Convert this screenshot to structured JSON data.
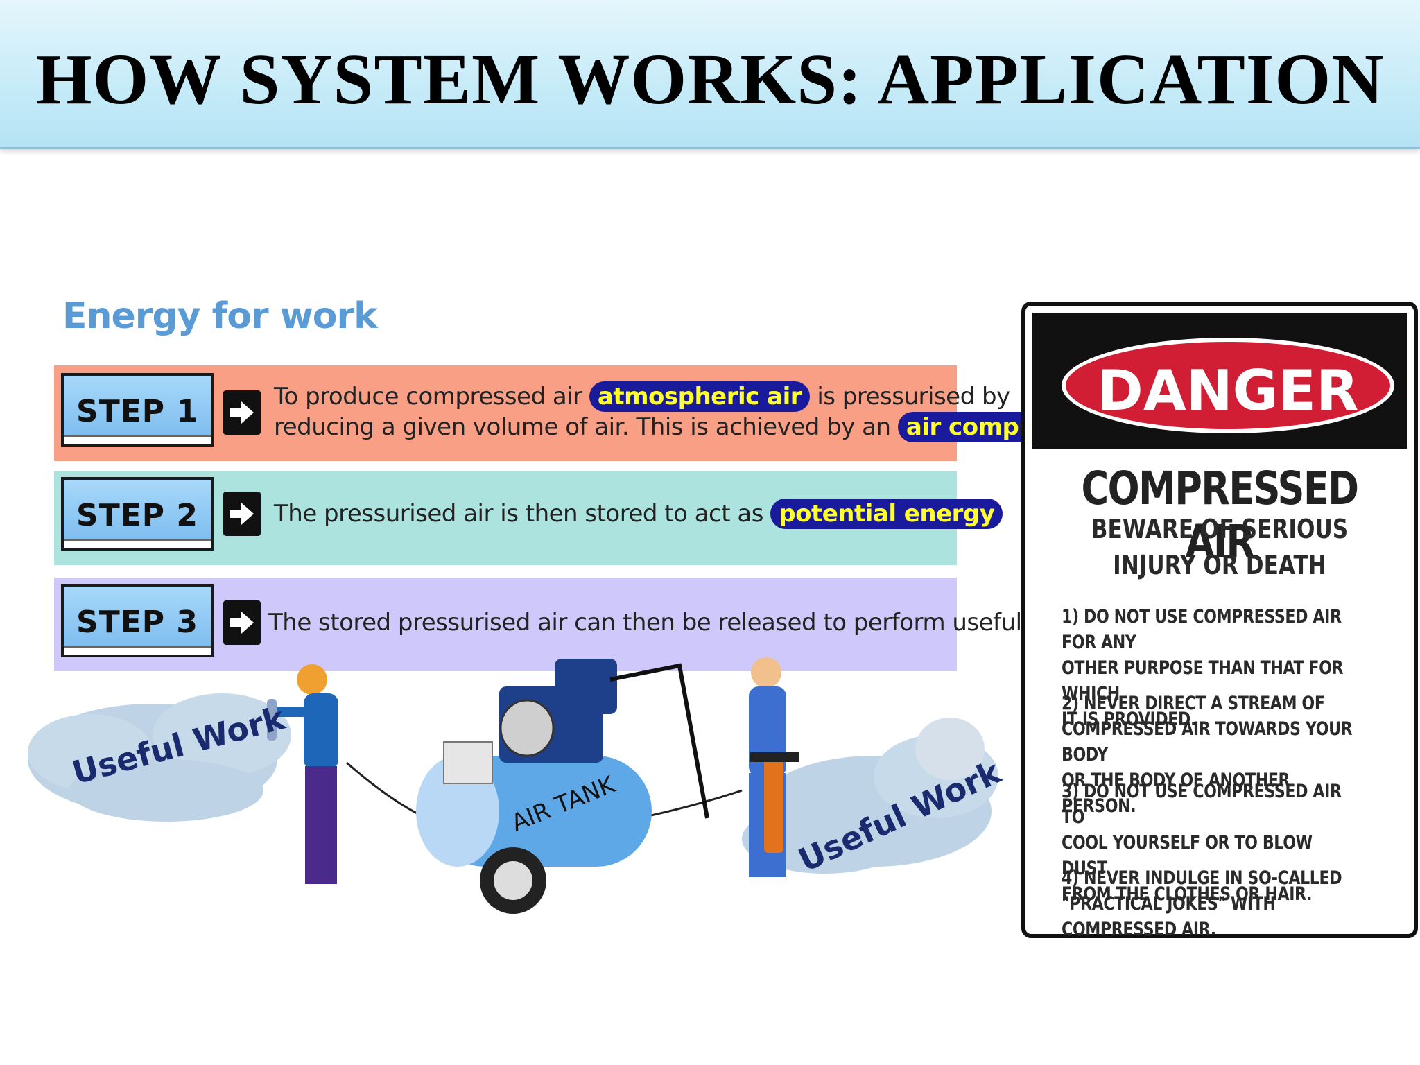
{
  "header": {
    "title": "HOW SYSTEM WORKS: APPLICATION"
  },
  "diagram": {
    "subtitle": "Energy for work",
    "steps": [
      {
        "label": "STEP 1",
        "line1_before": "To produce compressed air ",
        "line1_hl": "atmospheric air",
        "line1_after": " is pressurised by",
        "line2_before": "reducing a given volume of air. This is achieved by an ",
        "line2_hl": "air compressor"
      },
      {
        "label": "STEP 2",
        "text_before": "The pressurised air is then stored to act as ",
        "text_hl": "potential energy"
      },
      {
        "label": "STEP 3",
        "text": "The stored pressurised air can then be released to perform useful work"
      }
    ],
    "cloud_left": "Useful Work",
    "cloud_right": "Useful Work",
    "tank_label": "AIR TANK"
  },
  "sign": {
    "banner": "DANGER",
    "heading": "COMPRESSED AIR",
    "sub1": "BEWARE OF SERIOUS",
    "sub2": "INJURY OR DEATH",
    "rules": [
      [
        "1) DO NOT USE COMPRESSED AIR FOR ANY",
        "OTHER PURPOSE THAN THAT FOR WHICH",
        "IT IS PROVIDED."
      ],
      [
        "2) NEVER DIRECT A STREAM OF",
        "COMPRESSED AIR TOWARDS YOUR BODY",
        "OR THE BODY OF ANOTHER PERSON."
      ],
      [
        "3) DO NOT USE COMPRESSED AIR TO",
        "COOL YOURSELF OR TO BLOW DUST",
        "FROM THE CLOTHES OR HAIR."
      ],
      [
        "4) NEVER INDULGE IN SO-CALLED",
        "\"PRACTICAL JOKES\" WITH COMPRESSED AIR."
      ]
    ]
  },
  "colors": {
    "band1": "#f99f86",
    "band2": "#ade3de",
    "band3": "#cfc9fb",
    "highlight_bg": "#1a1a9c",
    "highlight_text": "#ffff2a",
    "danger_red": "#d21e35"
  }
}
